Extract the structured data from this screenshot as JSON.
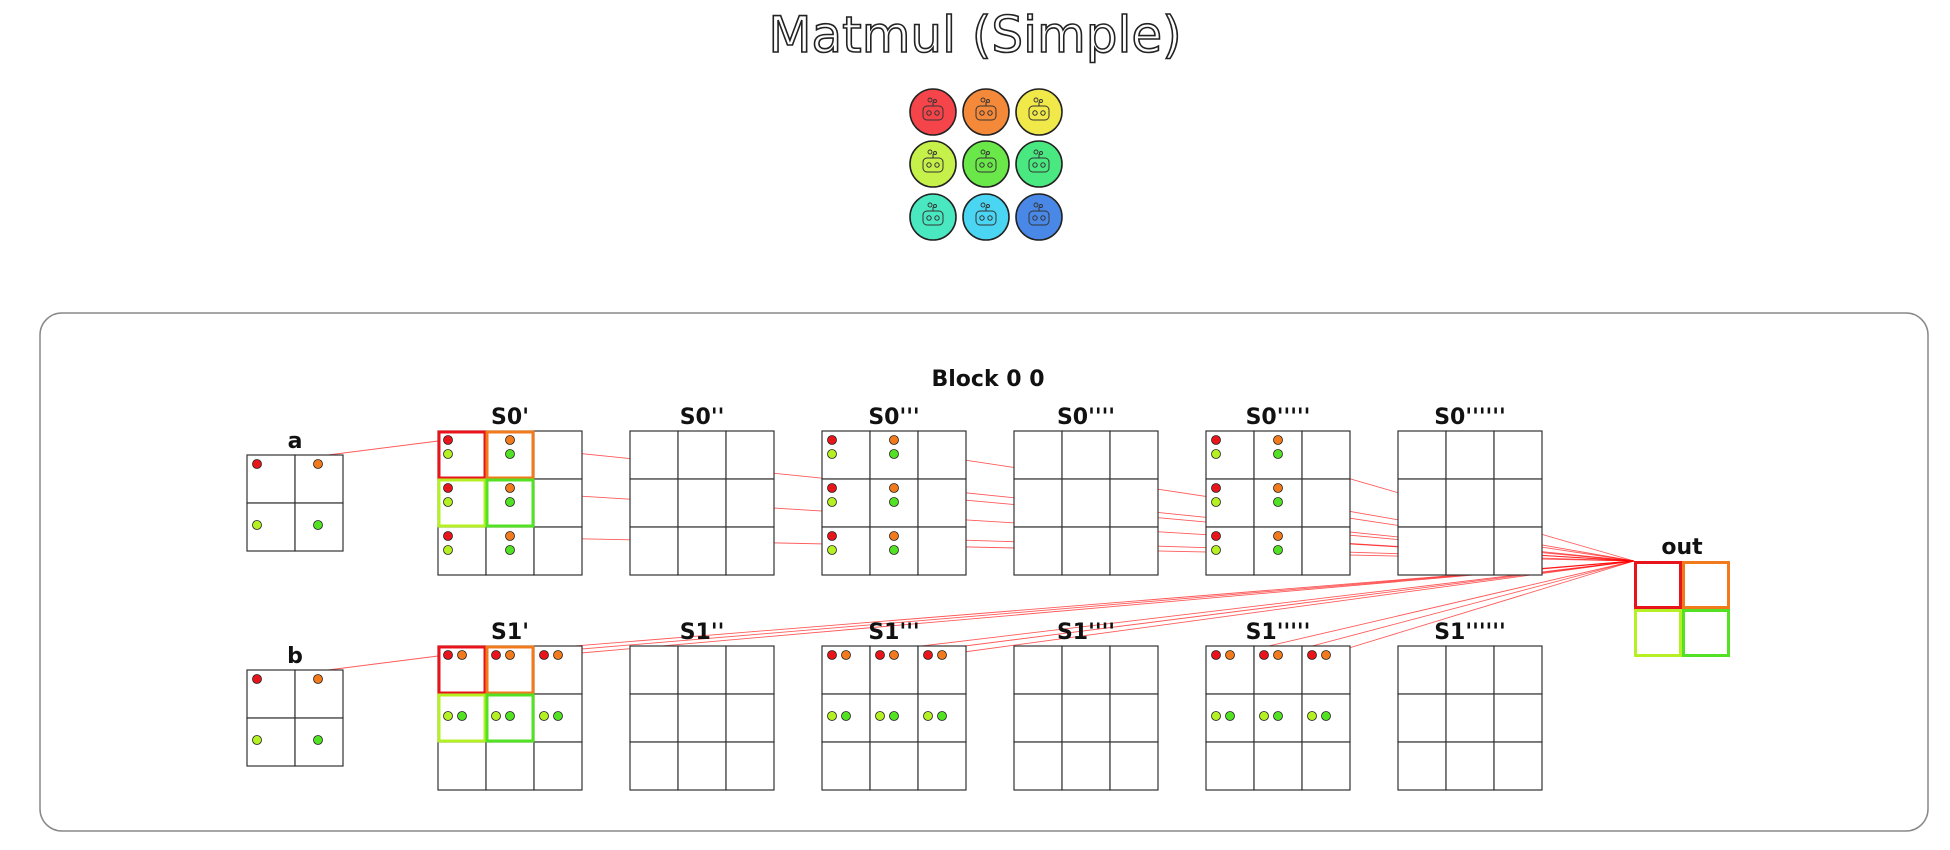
{
  "title": "Matmul (Simple)",
  "block_label": "Block 0 0",
  "palette": [
    "#f5444a",
    "#f5893a",
    "#f1e84a",
    "#c6f04a",
    "#6ae84a",
    "#4ae880",
    "#4ae8c0",
    "#4ad6f2",
    "#4a88e8"
  ],
  "colors": {
    "red": "#e8141c",
    "orange": "#f07a1c",
    "lime": "#b4f023",
    "green": "#52e223",
    "link": "#ff0000"
  },
  "tensors": {
    "a": {
      "label": "a"
    },
    "b": {
      "label": "b"
    },
    "out": {
      "label": "out"
    }
  },
  "s0": [
    {
      "label": "S0'"
    },
    {
      "label": "S0''"
    },
    {
      "label": "S0'''"
    },
    {
      "label": "S0''''"
    },
    {
      "label": "S0'''''"
    },
    {
      "label": "S0''''''"
    }
  ],
  "s1": [
    {
      "label": "S1'"
    },
    {
      "label": "S1''"
    },
    {
      "label": "S1'''"
    },
    {
      "label": "S1''''"
    },
    {
      "label": "S1'''''"
    },
    {
      "label": "S1''''''"
    }
  ]
}
